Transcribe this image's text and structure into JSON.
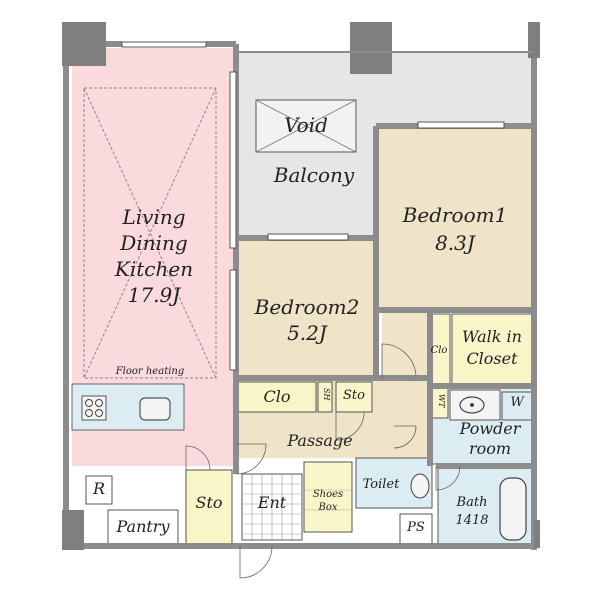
{
  "rooms": {
    "ldk": {
      "name_lines": [
        "Living",
        "Dining",
        "Kitchen"
      ],
      "size": "17.9J",
      "note": "Floor heating"
    },
    "bedroom1": {
      "name": "Bedroom1",
      "size": "8.3J"
    },
    "bedroom2": {
      "name": "Bedroom2",
      "size": "5.2J"
    },
    "balcony": "Balcony",
    "void": "Void",
    "walk_in_closet_lines": [
      "Walk in",
      "Closet"
    ],
    "clo_main": "Clo",
    "clo_bed1": "Clo",
    "sto_passage": "Sto",
    "sto_entry": "Sto",
    "sh": "SH",
    "wt": "WT",
    "w": "W",
    "passage": "Passage",
    "powder_room_lines": [
      "Powder",
      "room"
    ],
    "toilet": "Toilet",
    "bath_lines": [
      "Bath",
      "1418"
    ],
    "shoes_box_lines": [
      "Shoes",
      "Box"
    ],
    "entrance": "Ent",
    "pantry": "Pantry",
    "refrigerator": "R",
    "pipe_space": "PS"
  },
  "colors": {
    "ldk": "#fadadd",
    "bedroom": "#efe3c8",
    "balcony": "#e6e6e6",
    "wet_area": "#dcecf3",
    "storage": "#faf5c8",
    "passage": "#efe3c8",
    "wall": "#8c8c8c",
    "pillar": "#7f7f7f"
  }
}
